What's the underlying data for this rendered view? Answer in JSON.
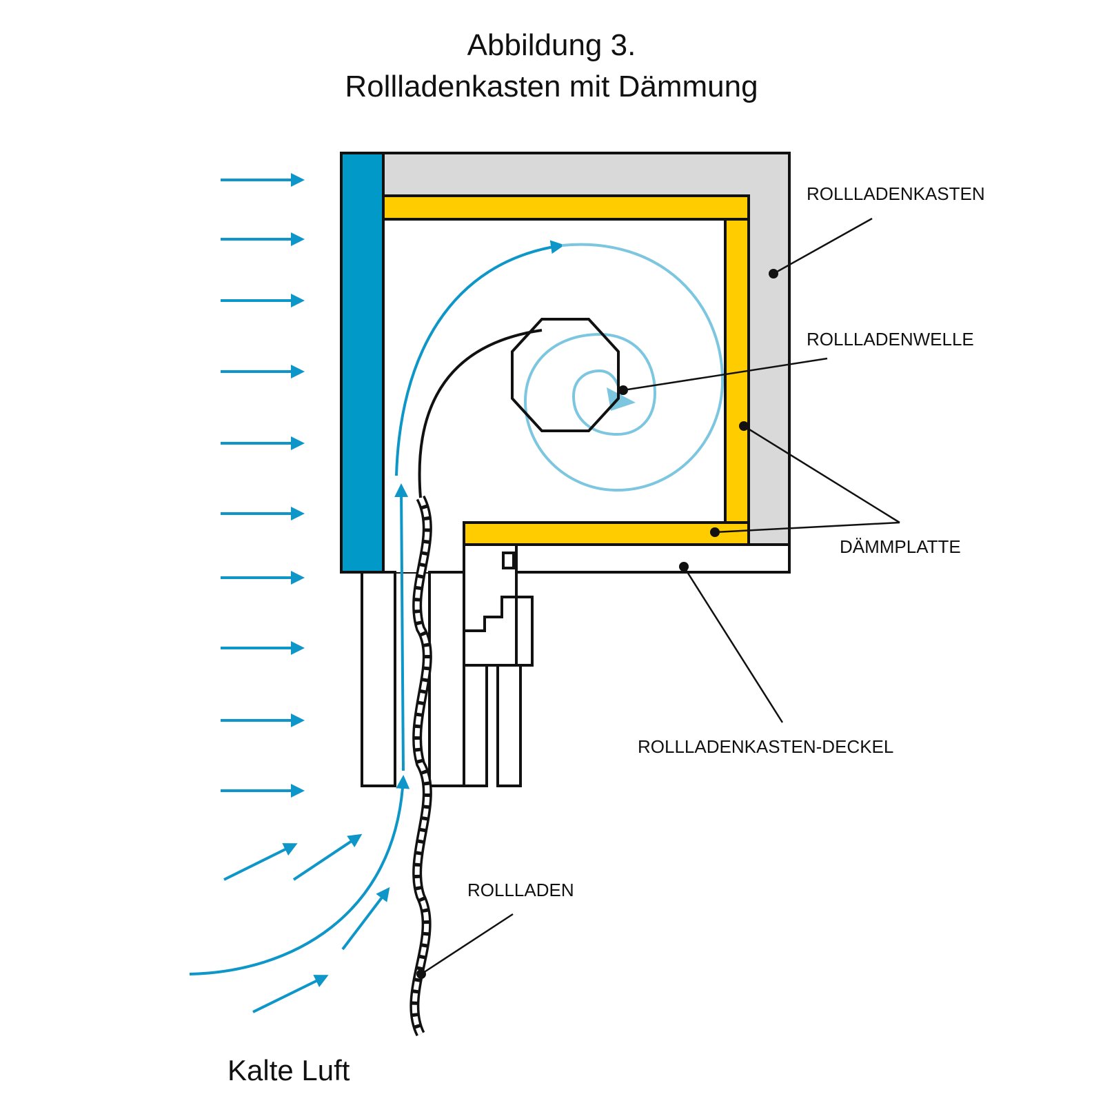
{
  "title": {
    "line1": "Abbildung 3.",
    "line2": "Rollladenkasten mit Dämmung"
  },
  "labels": {
    "box": "ROLLLADENKASTEN",
    "shaft": "ROLLLADENWELLE",
    "insulation": "DÄMMPLATTE",
    "cover": "ROLLLADENKASTEN-DECKEL",
    "shutter": "ROLLLADEN",
    "cold_air": "Kalte Luft"
  },
  "colors": {
    "wall": "#0099c8",
    "insulation": "#ffcc00",
    "box_shell": "#d9d9d9",
    "airflow": "#0e96c8",
    "airflow_light": "#7cc6e0",
    "outline": "#111111"
  }
}
